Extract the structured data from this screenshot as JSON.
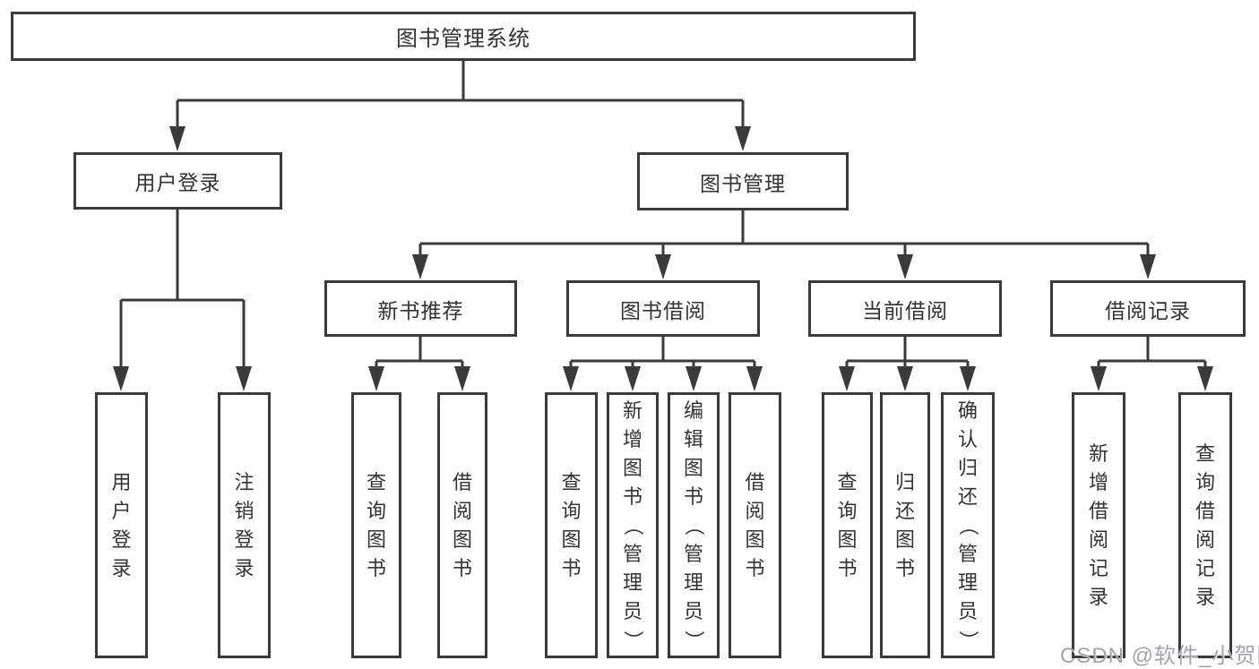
{
  "tree": {
    "root": "图书管理系统",
    "children": [
      {
        "label": "用户登录",
        "children": [
          "用户登录",
          "注销登录"
        ]
      },
      {
        "label": "图书管理",
        "children": [
          {
            "label": "新书推荐",
            "children": [
              "查询图书",
              "借阅图书"
            ]
          },
          {
            "label": "图书借阅",
            "children": [
              "查询图书",
              "新增图书（管理员）",
              "编辑图书（管理员）",
              "借阅图书"
            ]
          },
          {
            "label": "当前借阅",
            "children": [
              "查询图书",
              "归还图书",
              "确认归还（管理员）"
            ]
          },
          {
            "label": "借阅记录",
            "children": [
              "新增借阅记录",
              "查询借阅记录"
            ]
          }
        ]
      }
    ]
  },
  "watermark": "CSDN @软件_小贺同学",
  "colors": {
    "line": "#3a3a3a",
    "text": "#333333",
    "background": "#ffffff",
    "watermark": "#9ba0a6"
  }
}
